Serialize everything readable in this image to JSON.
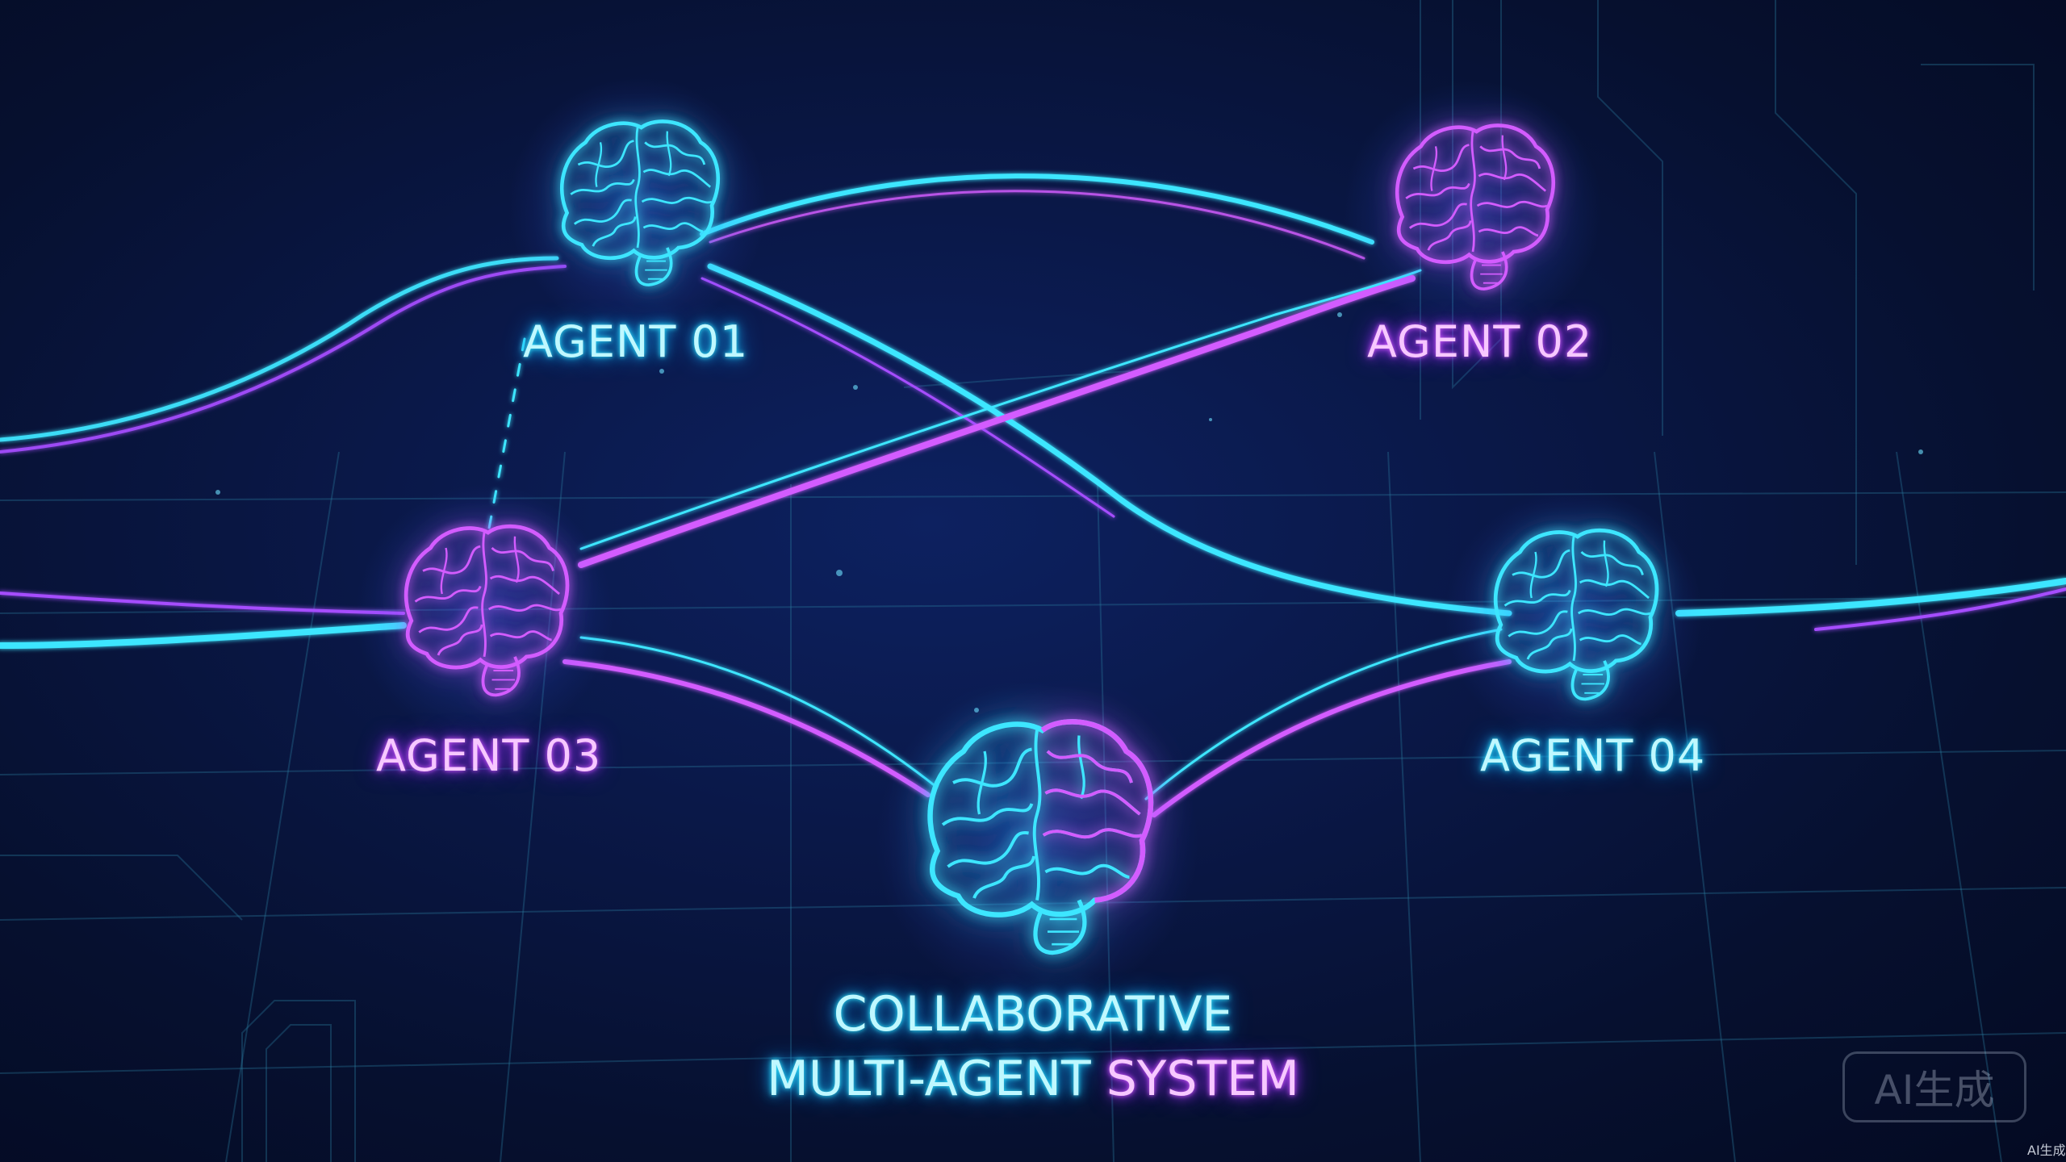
{
  "agents": [
    {
      "id": "agent-01",
      "label": "AGENT 01",
      "color": "#3ee6ff"
    },
    {
      "id": "agent-02",
      "label": "AGENT 02",
      "color": "#d35cff"
    },
    {
      "id": "agent-03",
      "label": "AGENT 03",
      "color": "#d35cff"
    },
    {
      "id": "agent-04",
      "label": "AGENT 04",
      "color": "#3ee6ff"
    }
  ],
  "hub": {
    "id": "hub",
    "color": "#3ee6ff",
    "accent": "#d35cff"
  },
  "title": {
    "line1": "COLLABORATIVE",
    "line2_a": "MULTI-AGENT",
    "line2_b": "SYSTEM"
  },
  "connections": [
    {
      "from": "agent-01",
      "to": "agent-02",
      "color": "#3ee6ff"
    },
    {
      "from": "agent-01",
      "to": "agent-04",
      "color": "#3ee6ff"
    },
    {
      "from": "agent-01",
      "to": "agent-03",
      "color": "#3ee6ff"
    },
    {
      "from": "agent-03",
      "to": "agent-02",
      "color": "#d35cff"
    },
    {
      "from": "agent-03",
      "to": "hub",
      "color": "#d35cff"
    },
    {
      "from": "agent-04",
      "to": "hub",
      "color": "#d35cff"
    }
  ],
  "watermark": {
    "badge": "AI生成",
    "small": "AI生成"
  },
  "icons": {
    "node": "brain-icon"
  },
  "colors": {
    "background": "#07133a",
    "cyan": "#3ee6ff",
    "purple": "#d35cff"
  }
}
